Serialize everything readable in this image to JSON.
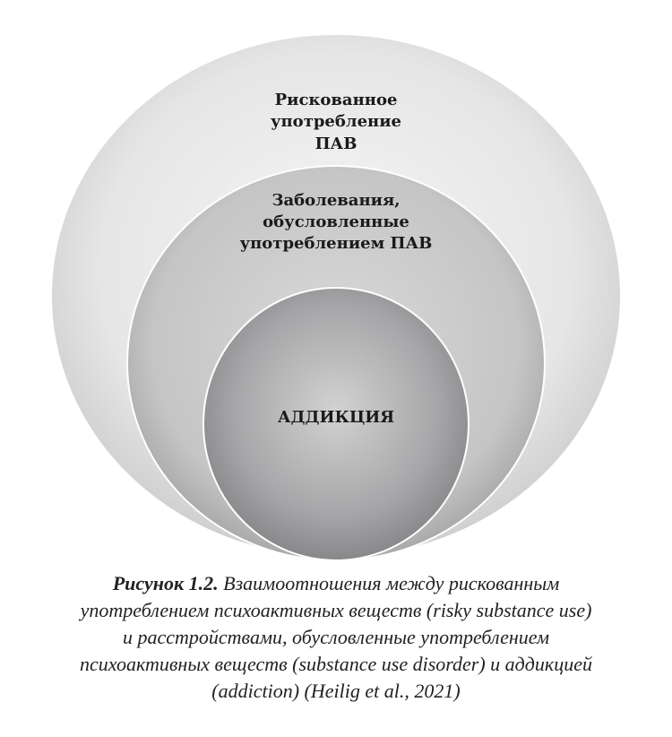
{
  "diagram": {
    "outer": {
      "lines": [
        "Рискованное",
        "употребление",
        "ПАВ"
      ]
    },
    "middle": {
      "lines": [
        "Заболевания,",
        "обусловленные",
        "употреблением ПАВ"
      ]
    },
    "inner": {
      "lines": [
        "АДДИКЦИЯ"
      ]
    }
  },
  "caption": {
    "label": "Рисунок 1.2.",
    "line1": "Взаимоотношения между рискованным",
    "line2": "употреблением психоактивных веществ (risky substance use)",
    "line3": "и расстройствами, обусловленные употреблением",
    "line4": "психоактивных веществ (substance use disorder) и аддикцией",
    "line5": "(addiction) (Heilig et al., 2021)"
  },
  "colors": {
    "outer": "#e4e4e4",
    "middle": "#c4c4c5",
    "inner": "#a4a4a6"
  }
}
